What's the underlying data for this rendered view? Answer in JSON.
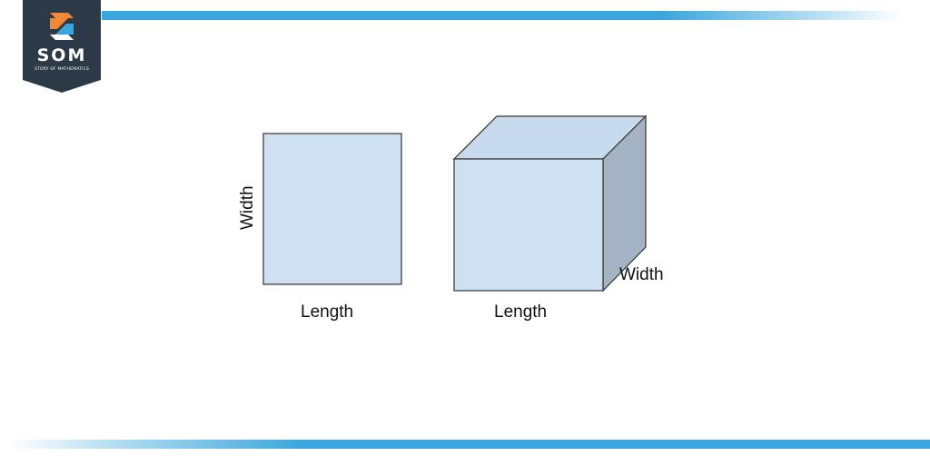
{
  "logo": {
    "text": "SOM",
    "tagline": "STORY OF MATHEMATICS",
    "icon": "som-logo-icon",
    "badge_color": "#2b3a46",
    "accent_orange": "#f0883a",
    "accent_blue": "#3aa6dc"
  },
  "colors": {
    "bar": "#3aa6dc",
    "face_front": "#cfe0f2",
    "face_top": "#c8daee",
    "face_side": "#a3b3c4",
    "stroke": "#333333"
  },
  "diagram": {
    "square": {
      "width_label": "Width",
      "length_label": "Length"
    },
    "cube": {
      "length_label": "Length",
      "width_label": "Width"
    }
  }
}
